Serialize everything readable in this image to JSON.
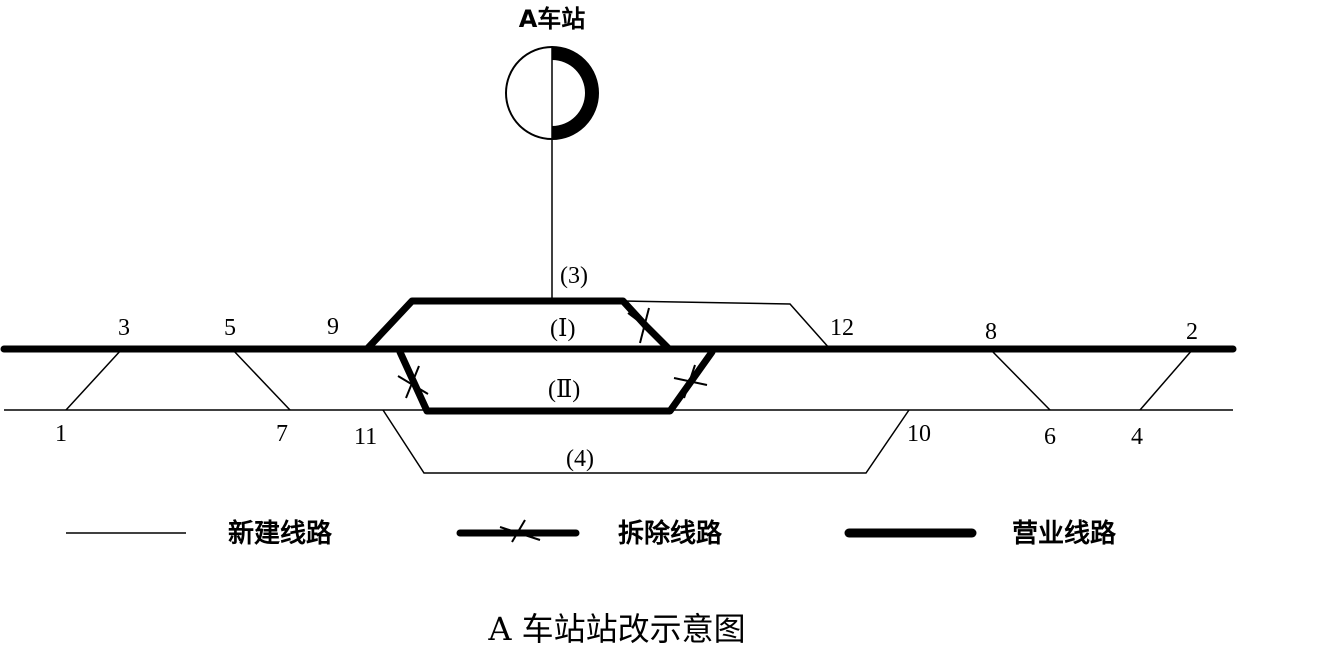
{
  "station": {
    "title": "A车站"
  },
  "labels": {
    "n1": "1",
    "n2": "2",
    "n3": "3",
    "n4": "4",
    "n5": "5",
    "n6": "6",
    "n7": "7",
    "n8": "8",
    "n9": "9",
    "n10": "10",
    "n11": "11",
    "n12": "12",
    "track3": "(3)",
    "track4": "(4)",
    "trackI": "(Ⅰ)",
    "trackII": "(Ⅱ)"
  },
  "legend": {
    "new": "新建线路",
    "removed": "拆除线路",
    "existing": "营业线路"
  },
  "caption": "A 车站站改示意图"
}
